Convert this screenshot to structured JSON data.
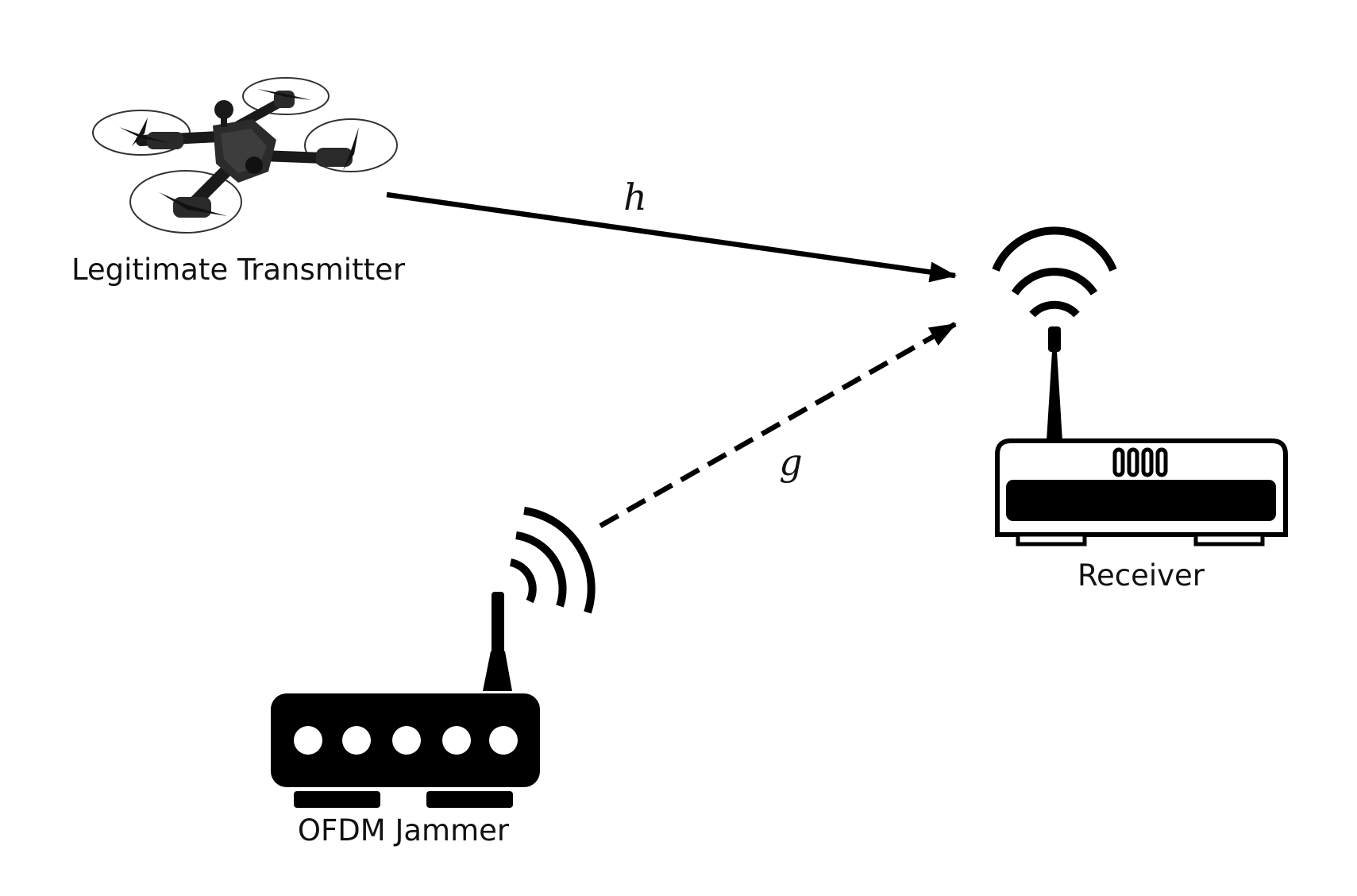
{
  "nodes": {
    "transmitter": {
      "label": "Legitimate Transmitter"
    },
    "receiver": {
      "label": "Receiver"
    },
    "jammer": {
      "label": "OFDM Jammer"
    }
  },
  "links": {
    "legit": {
      "label": "h",
      "style": "solid"
    },
    "jam": {
      "label": "g",
      "style": "dashed"
    }
  }
}
